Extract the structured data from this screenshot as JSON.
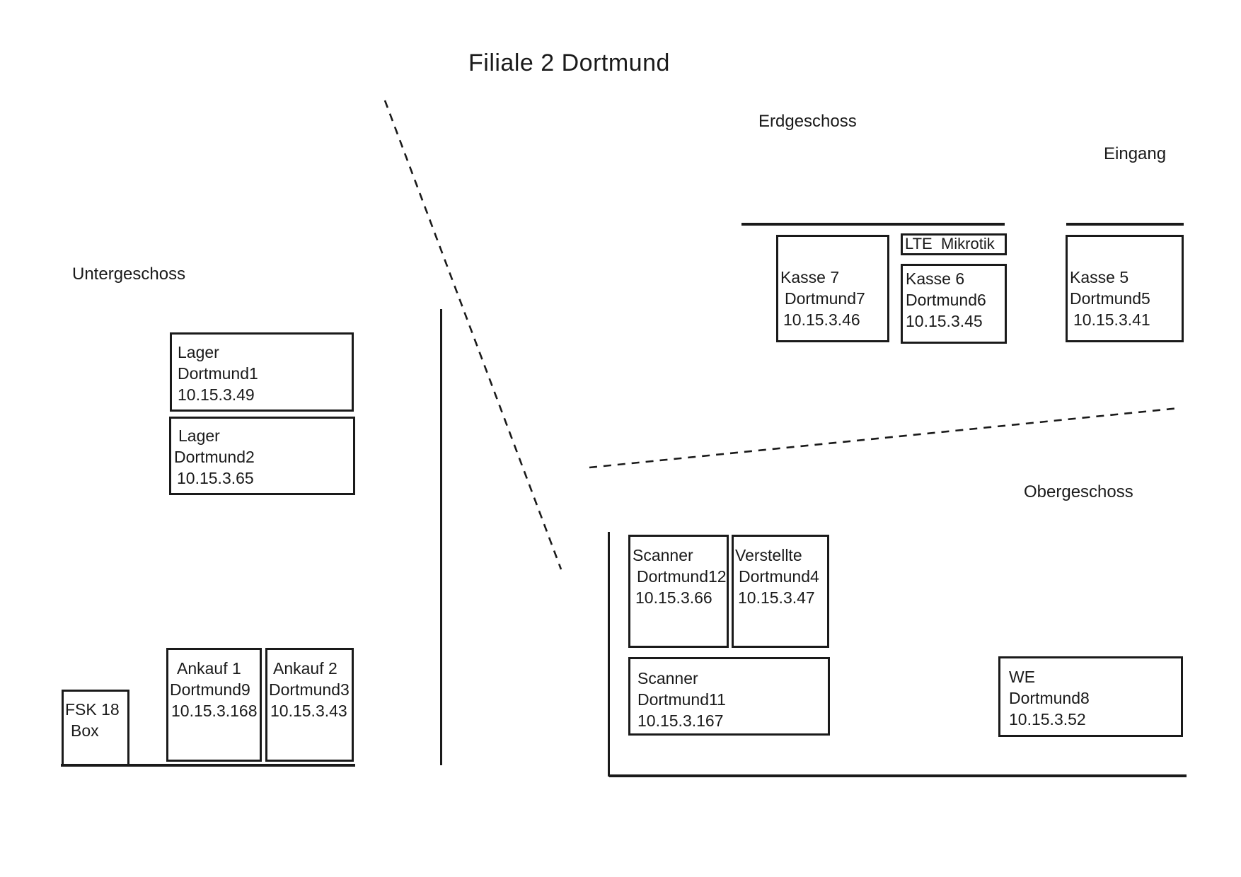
{
  "title": "Filiale 2 Dortmund",
  "labels": {
    "untergeschoss": "Untergeschoss",
    "erdgeschoss": "Erdgeschoss",
    "obergeschoss": "Obergeschoss",
    "eingang": "Eingang"
  },
  "boxes": {
    "lager1": {
      "name": "Lager",
      "host": "Dortmund1",
      "ip": "10.15.3.49"
    },
    "lager2": {
      "name": "Lager",
      "host": "Dortmund2",
      "ip": "10.15.3.65"
    },
    "ankauf1": {
      "name": "Ankauf 1",
      "host": "Dortmund9",
      "ip": "10.15.3.168"
    },
    "ankauf2": {
      "name": "Ankauf 2",
      "host": "Dortmund3",
      "ip": "10.15.3.43"
    },
    "fsk18": {
      "name": "FSK 18",
      "host": "Box",
      "ip": ""
    },
    "kasse7": {
      "name": "Kasse 7",
      "host": "Dortmund7",
      "ip": "10.15.3.46"
    },
    "lte": {
      "name": "LTE  Mikrotik"
    },
    "kasse6": {
      "name": "Kasse 6",
      "host": "Dortmund6",
      "ip": "10.15.3.45"
    },
    "kasse5": {
      "name": "Kasse 5",
      "host": "Dortmund5",
      "ip": "10.15.3.41"
    },
    "scanner12": {
      "name": "Scanner",
      "host": "Dortmund12",
      "ip": "10.15.3.66"
    },
    "verstellte": {
      "name": "Verstellte",
      "host": "Dortmund4",
      "ip": "10.15.3.47"
    },
    "scanner11": {
      "name": "Scanner",
      "host": "Dortmund11",
      "ip": "10.15.3.167"
    },
    "we": {
      "name": "WE",
      "host": "Dortmund8",
      "ip": "10.15.3.52"
    }
  },
  "colors": {
    "ink": "#1a1a1a",
    "background": "#ffffff"
  }
}
